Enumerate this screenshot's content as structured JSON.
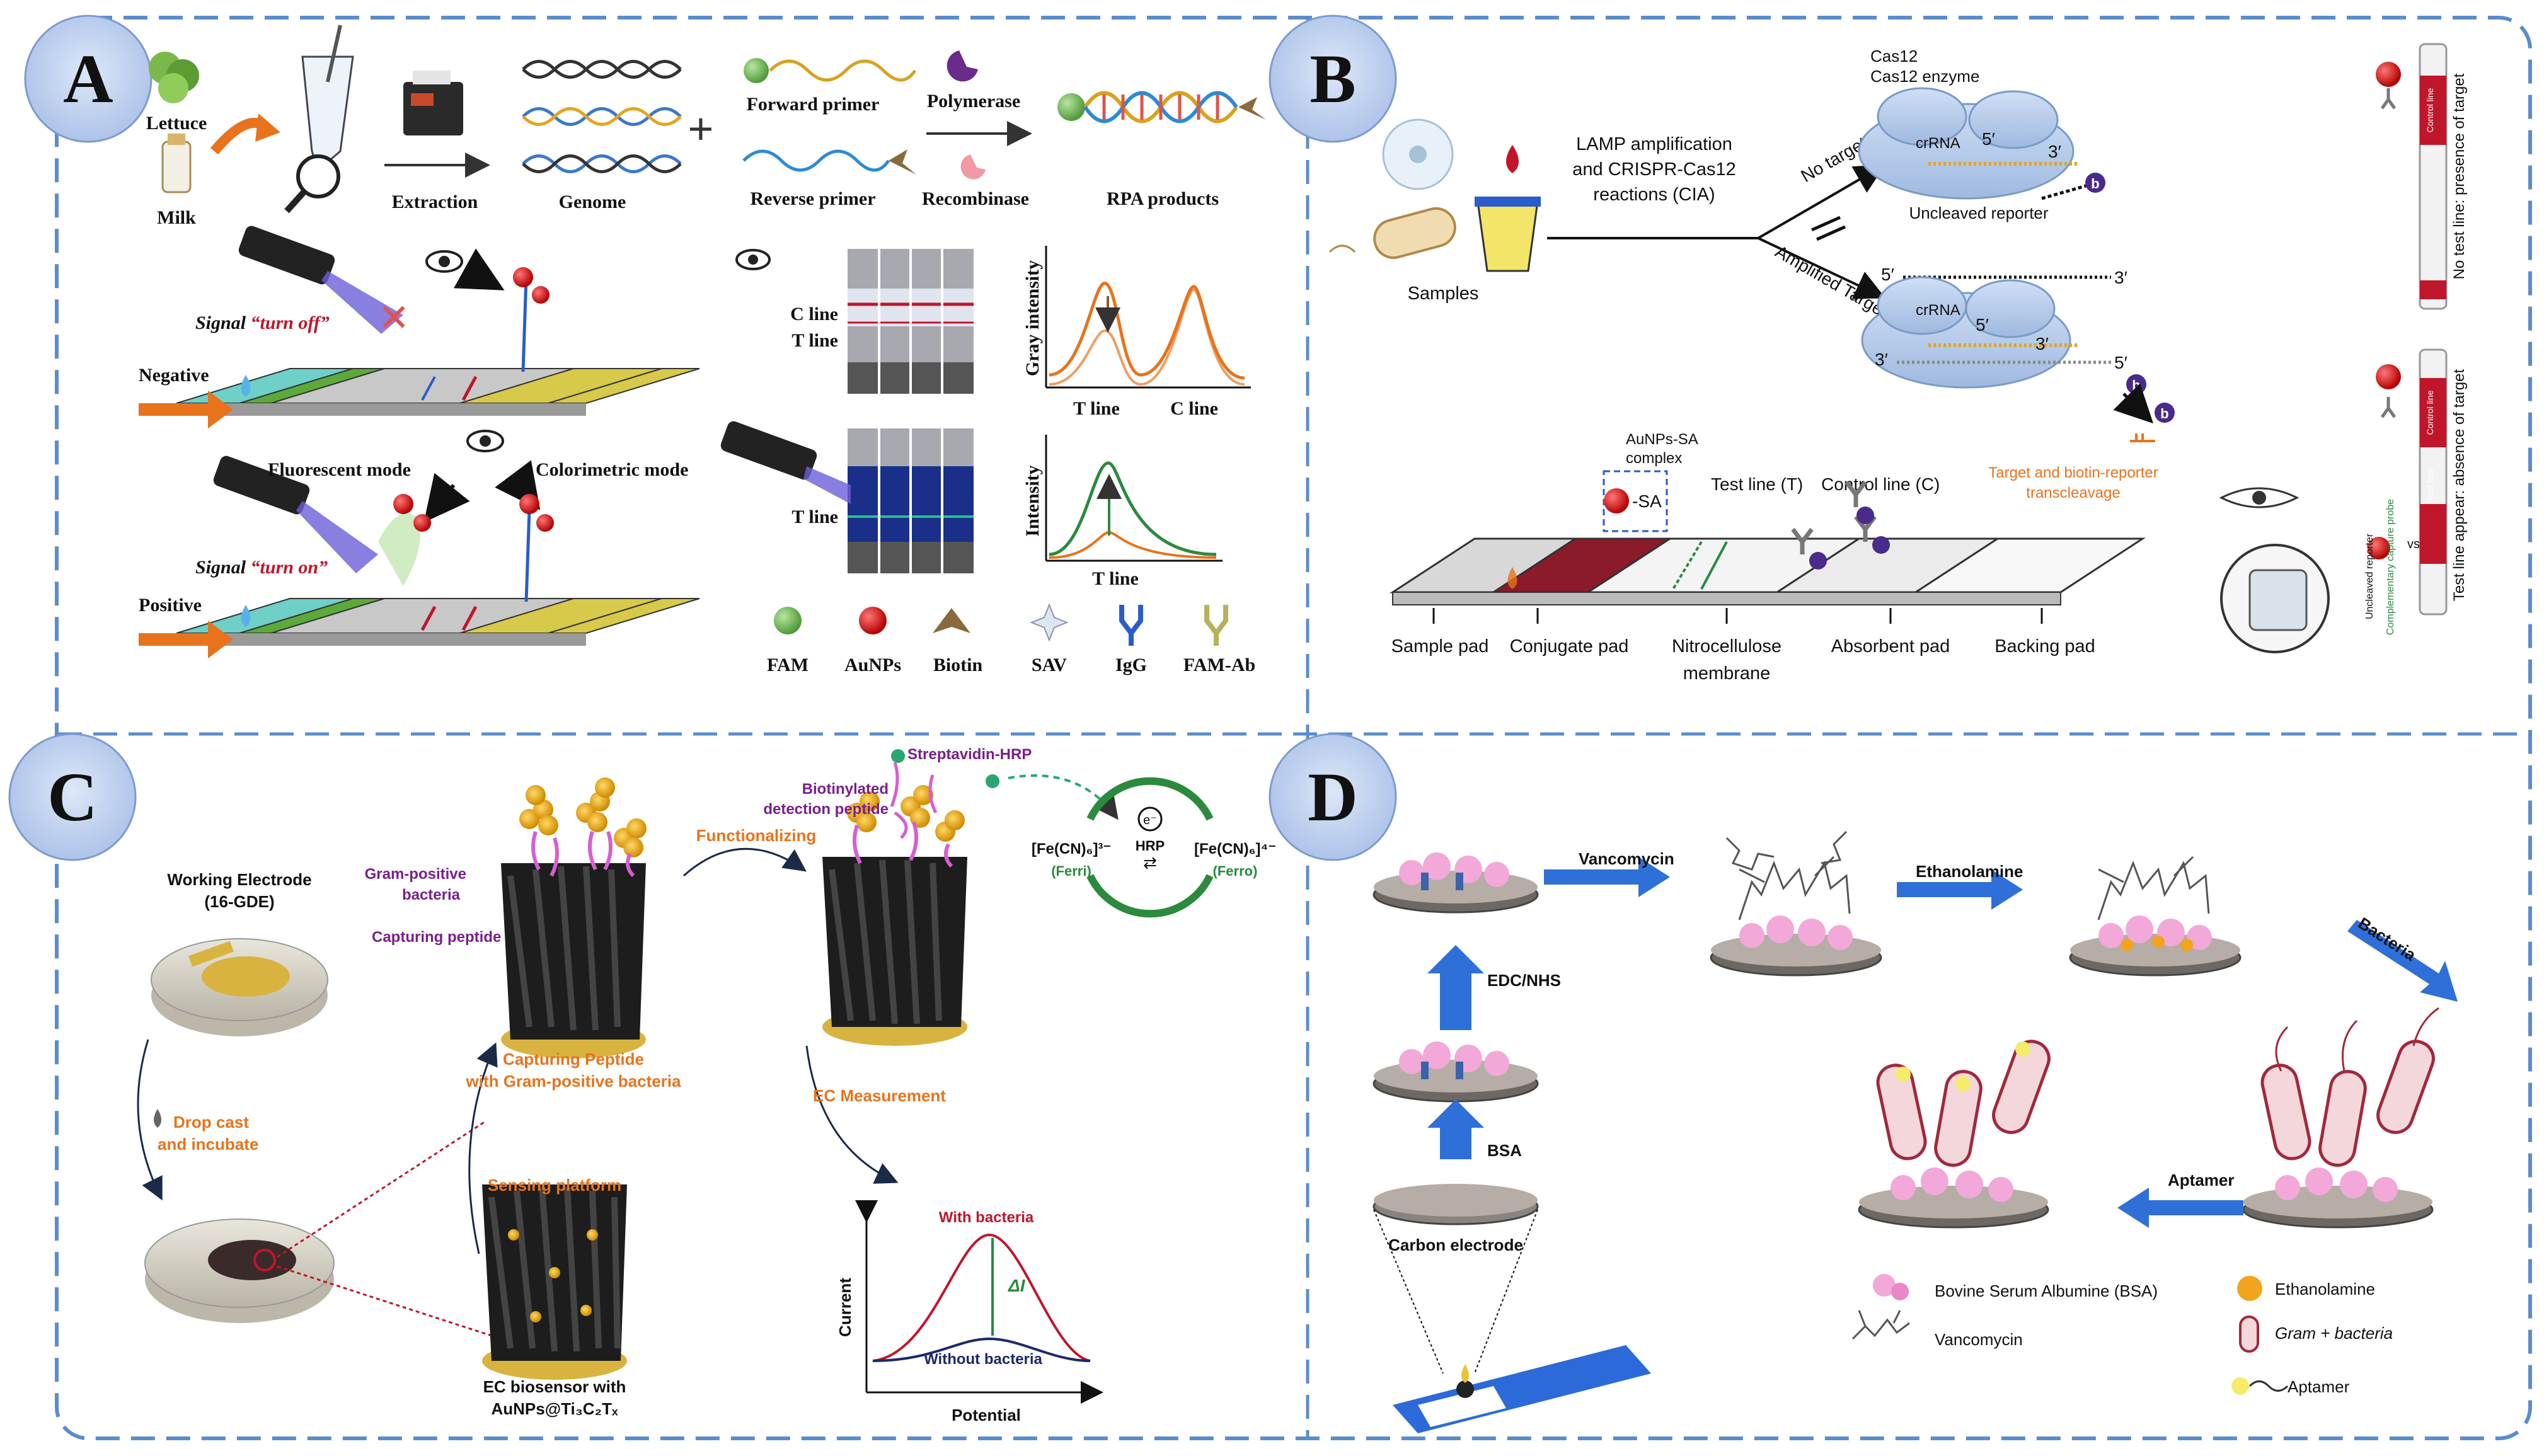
{
  "panels": {
    "A": {
      "letter": "A",
      "sources": [
        "Lettuce",
        "Milk"
      ],
      "steps": {
        "extraction": "Extraction",
        "genome": "Genome",
        "forward_primer": "Forward primer",
        "reverse_primer": "Reverse primer",
        "polymerase": "Polymerase",
        "recombinase": "Recombinase",
        "rpa_products": "RPA products"
      },
      "signal_off": {
        "prefix": "Signal ",
        "quote": "“turn off”"
      },
      "signal_on": {
        "prefix": "Signal ",
        "quote": "“turn on”"
      },
      "negative": "Negative",
      "positive": "Positive",
      "fluorescent_mode": "Fluorescent mode",
      "colorimetric_mode": "Colorimetric mode",
      "c_line": "C line",
      "t_line": "T line",
      "t_line_2": "T line",
      "gray_intensity": "Gray intensity",
      "intensity": "Intensity",
      "plot1_x": [
        "T line",
        "C line"
      ],
      "plot2_x": "T line",
      "legend": [
        "FAM",
        "AuNPs",
        "Biotin",
        "SAV",
        "IgG",
        "FAM-Ab"
      ]
    },
    "B": {
      "letter": "B",
      "cas12": "Cas12 enzyme",
      "crrna": "crRNA",
      "five": "5′",
      "three": "3′",
      "samples": "Samples",
      "lamp": [
        "LAMP amplification",
        "and CRISPR-Cas12",
        "reactions (CIA)"
      ],
      "no_target": "No target",
      "amplified_target": "Amplified Target",
      "uncleaved": "Uncleaved reporter",
      "target_biotin": [
        "Target and biotin-reporter",
        "transcleavage"
      ],
      "aunps_sa": [
        "AuNPs-SA",
        "complex"
      ],
      "sa": "SA",
      "test_line": "Test line (T)",
      "control_line": "Control line (C)",
      "pads": [
        "Sample pad",
        "Conjugate pad",
        "Nitrocellulose",
        "membrane",
        "Absorbent pad",
        "Backing pad"
      ],
      "strip_text_1": "No test line: presence of target",
      "strip_text_2": "Test line appear: absence of target",
      "test_line_word": "Test line",
      "control_line_word": "Control line",
      "uncleaved_small": "Uncleaved reporter",
      "probe_small": "Complementary capture probe",
      "vs": "vs",
      "b": "b"
    },
    "C": {
      "letter": "C",
      "working_electrode": [
        "Working Electrode",
        "(16-GDE)"
      ],
      "drop_cast": [
        "Drop cast",
        "and incubate"
      ],
      "gram_pos": [
        "Gram-positive",
        "bacteria"
      ],
      "capturing_peptide": "Capturing peptide",
      "capturing_peptide_orange": [
        "Capturing Peptide",
        "with Gram-positive bacteria"
      ],
      "sensing_platform": "Sensing platform",
      "ec_biosensor": [
        "EC biosensor with",
        "AuNPs@Ti₃C₂Tₓ"
      ],
      "functionalizing": "Functionalizing",
      "biotinylated": [
        "Biotinylated",
        "detection peptide"
      ],
      "streptavidin": "Streptavidin-HRP",
      "ferri": [
        "[Fe(CN)₆]³⁻",
        "(Ferri)"
      ],
      "ferro": [
        "[Fe(CN)₆]⁴⁻",
        "(Ferro)"
      ],
      "hrp": "HRP",
      "electron": "e⁻",
      "ec_measurement": "EC Measurement",
      "with_bacteria": "With bacteria",
      "without_bacteria": "Without bacteria",
      "delta_i": "ΔI",
      "current": "Current",
      "potential": "Potential"
    },
    "D": {
      "letter": "D",
      "vancomycin_arrow": "Vancomycin",
      "ethanolamine_arrow": "Ethanolamine",
      "bacteria_arrow": "Bacteria",
      "edc_nhs": "EDC/NHS",
      "bsa_arrow": "BSA",
      "aptamer_arrow": "Aptamer",
      "carbon_electrode": "Carbon electrode",
      "legend": [
        "Bovine Serum Albumine (BSA)",
        "Vancomycin",
        "Ethanolamine",
        "Gram + bacteria",
        "Aptamer"
      ]
    }
  },
  "colors": {
    "border": "#5b8ccc",
    "letter_fill": "#b9cdee",
    "orange": "#e8731c",
    "red": "#c0162b",
    "green": "#2b8a3e",
    "purple": "#7a1f8c",
    "blue_arrow": "#2f6fd8",
    "strip_cyan": "#6fd0c8",
    "strip_green": "#5cab3a",
    "strip_yellow": "#d7c94a",
    "strip_gray": "#c8c8c8"
  }
}
